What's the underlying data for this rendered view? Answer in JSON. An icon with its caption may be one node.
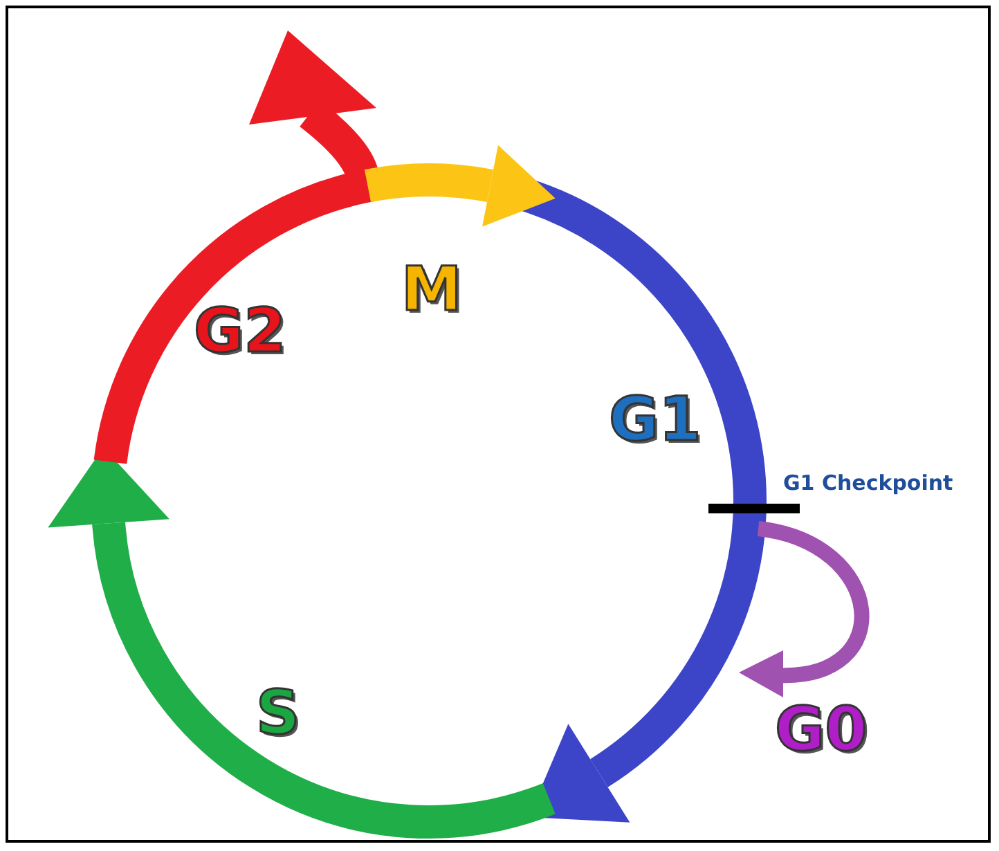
{
  "diagram": {
    "labels": [
      "M",
      "G2",
      "G1",
      "G1 Checkpoint",
      "S",
      "G0"
    ]
  }
}
